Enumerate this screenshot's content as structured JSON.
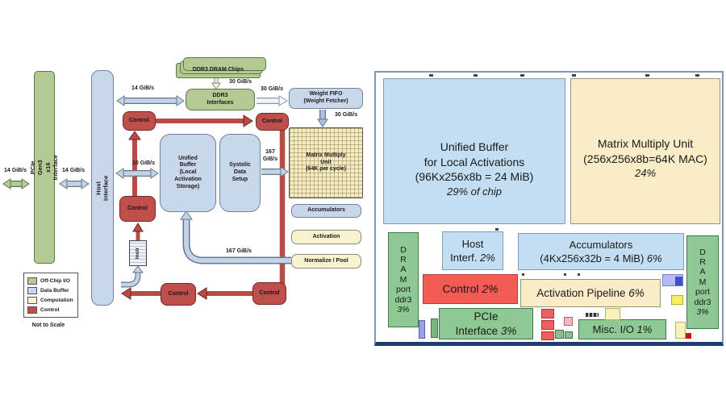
{
  "figure": {
    "block_diagram": {
      "pcie": "PCIe Gen3 x16\nInterface",
      "host": "Host Interface",
      "dram_chips": "DDR3 DRAM Chips",
      "ddr3_interfaces": "DDR3\nInterfaces",
      "weight_fifo": "Weight FIFO\n(Weight Fetcher)",
      "mmu": "Matrix Multiply\nUnit\n(64K per cycle)",
      "unified_buffer": "Unified\nBuffer\n(Local\nActivation\nStorage)",
      "systolic": "Systolic\nData\nSetup",
      "accumulators": "Accumulators",
      "activation": "Activation",
      "normalize": "Normalize / Pool",
      "control": "Control",
      "instr": "Instr",
      "bw": {
        "b14": "14 GiB/s",
        "b10": "10 GiB/s",
        "b30": "30 GiB/s",
        "b167": "167 GiB/s",
        "b167_stacked": "167\nGiB/s"
      },
      "legend": {
        "items": [
          {
            "label": "Off-Chip I/O",
            "color": "#b3cb92"
          },
          {
            "label": "Data Buffer",
            "color": "#c9d7ea"
          },
          {
            "label": "Computation",
            "color": "#f7f2cf"
          },
          {
            "label": "Control",
            "color": "#bf4f4c"
          }
        ],
        "note": "Not to Scale"
      }
    },
    "floorplan": {
      "unified_buffer": "Unified Buffer\nfor Local Activations\n(96Kx256x8b = 24 MiB)",
      "unified_buffer_pct": "29% of chip",
      "mmu": "Matrix Multiply Unit\n(256x256x8b=64K MAC)",
      "mmu_pct": "24%",
      "dram_port": "D\nR\nA\nM\nport\nddr3",
      "dram_pct": "3%",
      "host_l1": "Host",
      "host_l2": "Interf.",
      "host_pct": "2%",
      "acc_l1": "Accumulators",
      "acc_l2": "(4Kx256x32b = 4 MiB)",
      "acc_pct": "6%",
      "control": "Control",
      "control_pct": "2%",
      "activation": "Activation Pipeline",
      "activation_pct": "6%",
      "pcie_l1": "PCIe",
      "pcie_l2": "Interface",
      "pcie_pct": "3%",
      "misc": "Misc. I/O",
      "misc_pct": "1%"
    },
    "colors": {
      "off_chip_green": "#b3cb92",
      "buffer_blue": "#c9d7ea",
      "compute_yellow": "#f7f2cf",
      "control_red": "#bf4f4c",
      "fp_blue": "#c3def2",
      "fp_yellow": "#f9edc8",
      "fp_green": "#8ec893",
      "fp_red": "#f25c55",
      "border_navy": "#1e3c6e"
    }
  }
}
